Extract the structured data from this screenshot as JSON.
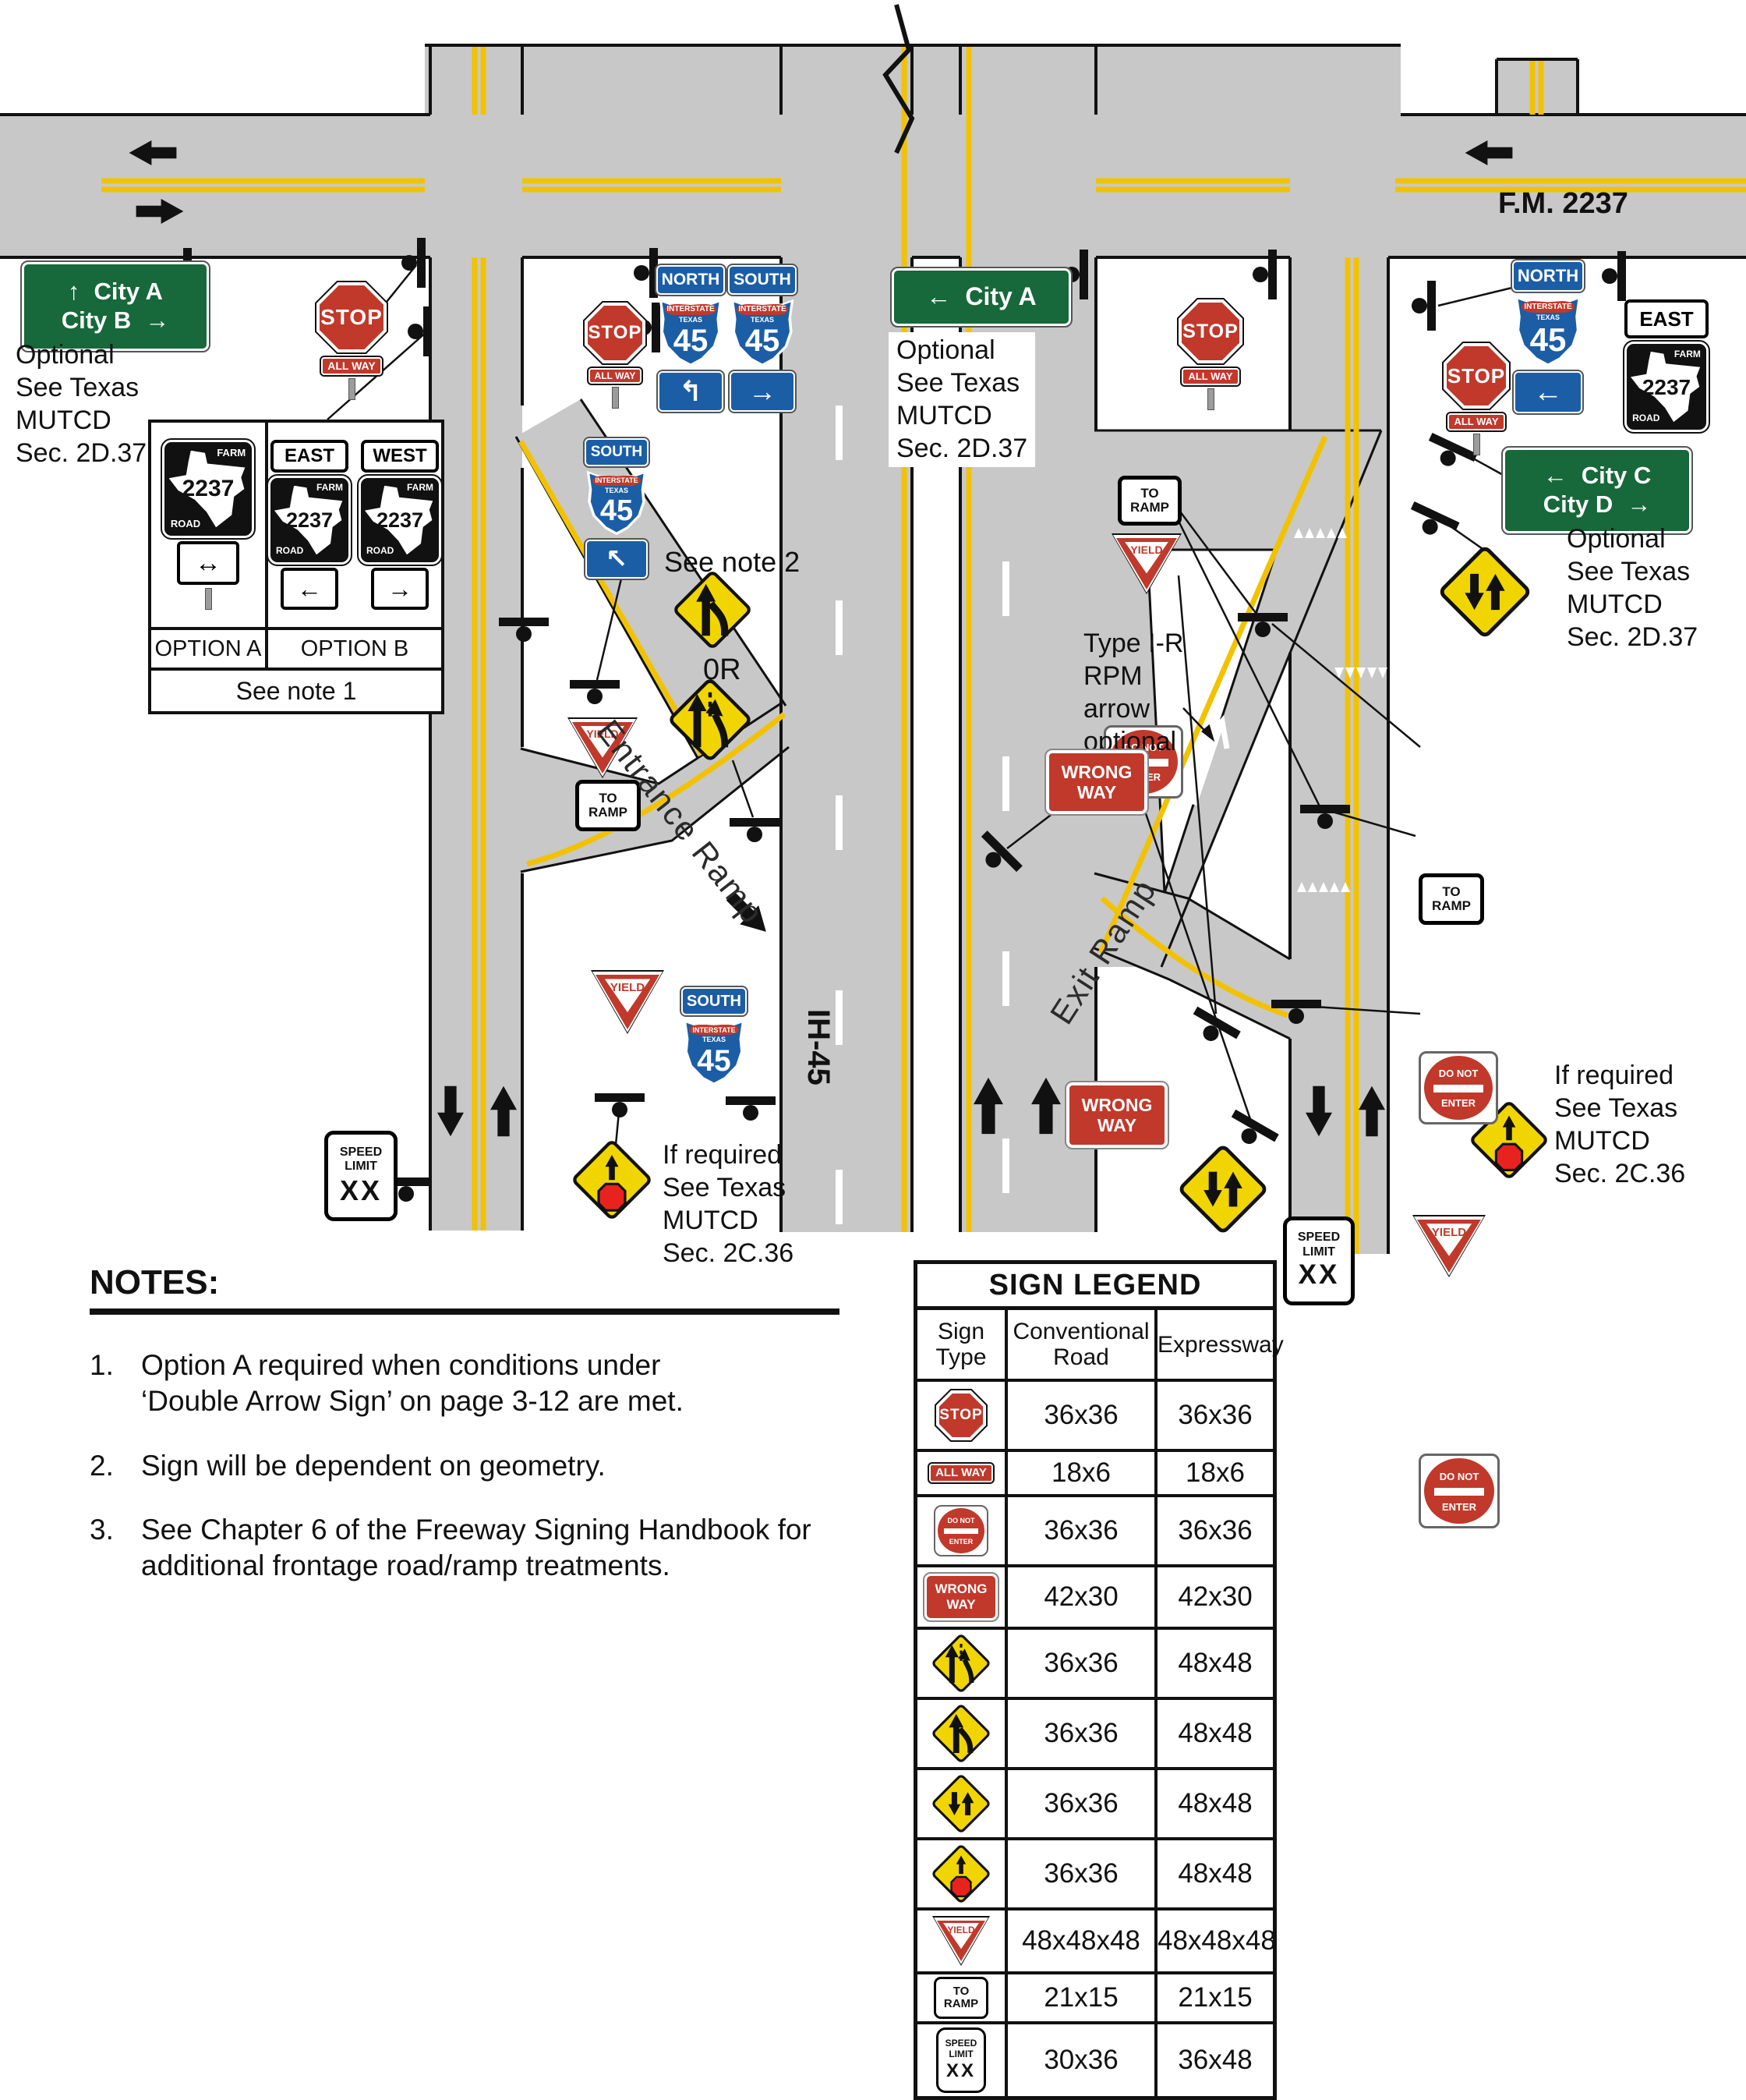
{
  "icons": {
    "arrow_up": "↑",
    "arrow_down": "↓",
    "arrow_left": "←",
    "arrow_right": "→",
    "arrow_double_h": "↔",
    "arrow_turn_left": "↰",
    "arrow_diag_up_left": "↖"
  },
  "roads": {
    "fm2237_label": "F.M. 2237",
    "ih45_label": "IH-45",
    "entrance_ramp_label": "Entrance Ramp",
    "exit_ramp_label": "Exit Ramp"
  },
  "signs": {
    "stop": "STOP",
    "all_way": "ALL WAY",
    "yield": "YIELD",
    "to_ramp": "TO\nRAMP",
    "do_not": "DO NOT",
    "enter": "ENTER",
    "wrong_way": "WRONG\nWAY",
    "speed": "SPEED",
    "limit": "LIMIT",
    "xx": "XX",
    "north": "NORTH",
    "south": "SOUTH",
    "east": "EAST",
    "west": "WEST",
    "interstate": "INTERSTATE",
    "texas": "TEXAS",
    "route_45": "45",
    "farm": "FARM",
    "road": "ROAD",
    "route_2237": "2237"
  },
  "guide": {
    "city_a": "City A",
    "city_b": "City B",
    "city_c": "City C",
    "city_d": "City D"
  },
  "annotations": {
    "optional_mutcd_2d37": "Optional\nSee Texas\nMUTCD\nSec. 2D.37",
    "see_note_1": "See note 1",
    "see_note_2": "See note 2",
    "or_label": "0R",
    "option_a": "OPTION A",
    "option_b": "OPTION B",
    "type_ir": "Type I-R\nRPM\narrow\noptional",
    "if_required_2c36": "If required\nSee Texas\nMUTCD\nSec. 2C.36"
  },
  "notes": {
    "title": "NOTES:",
    "items": [
      {
        "num": "1.",
        "text": "Option A required when conditions under\n‘Double Arrow Sign’ on page 3-12 are met."
      },
      {
        "num": "2.",
        "text": "Sign will be dependent on geometry."
      },
      {
        "num": "3.",
        "text": "See Chapter 6 of the Freeway Signing Handbook for\nadditional frontage road/ramp treatments."
      }
    ]
  },
  "legend": {
    "title": "SIGN LEGEND",
    "headers": {
      "sign_type": "Sign\nType",
      "conventional": "Conventional\nRoad",
      "expressway": "Expressway"
    },
    "rows": [
      {
        "sign": "stop-sign",
        "conventional": "36x36",
        "expressway": "36x36"
      },
      {
        "sign": "all-way-plaque",
        "conventional": "18x6",
        "expressway": "18x6"
      },
      {
        "sign": "do-not-enter-sign",
        "conventional": "36x36",
        "expressway": "36x36"
      },
      {
        "sign": "wrong-way-sign",
        "conventional": "42x30",
        "expressway": "42x30"
      },
      {
        "sign": "added-lane-sign",
        "conventional": "36x36",
        "expressway": "48x48"
      },
      {
        "sign": "merge-sign",
        "conventional": "36x36",
        "expressway": "48x48"
      },
      {
        "sign": "two-way-traffic-sign",
        "conventional": "36x36",
        "expressway": "48x48"
      },
      {
        "sign": "stop-ahead-sign",
        "conventional": "36x36",
        "expressway": "48x48"
      },
      {
        "sign": "yield-sign",
        "conventional": "48x48x48",
        "expressway": "48x48x48"
      },
      {
        "sign": "to-ramp-plaque",
        "conventional": "21x15",
        "expressway": "21x15"
      },
      {
        "sign": "speed-limit-sign",
        "conventional": "30x36",
        "expressway": "36x48"
      }
    ]
  }
}
